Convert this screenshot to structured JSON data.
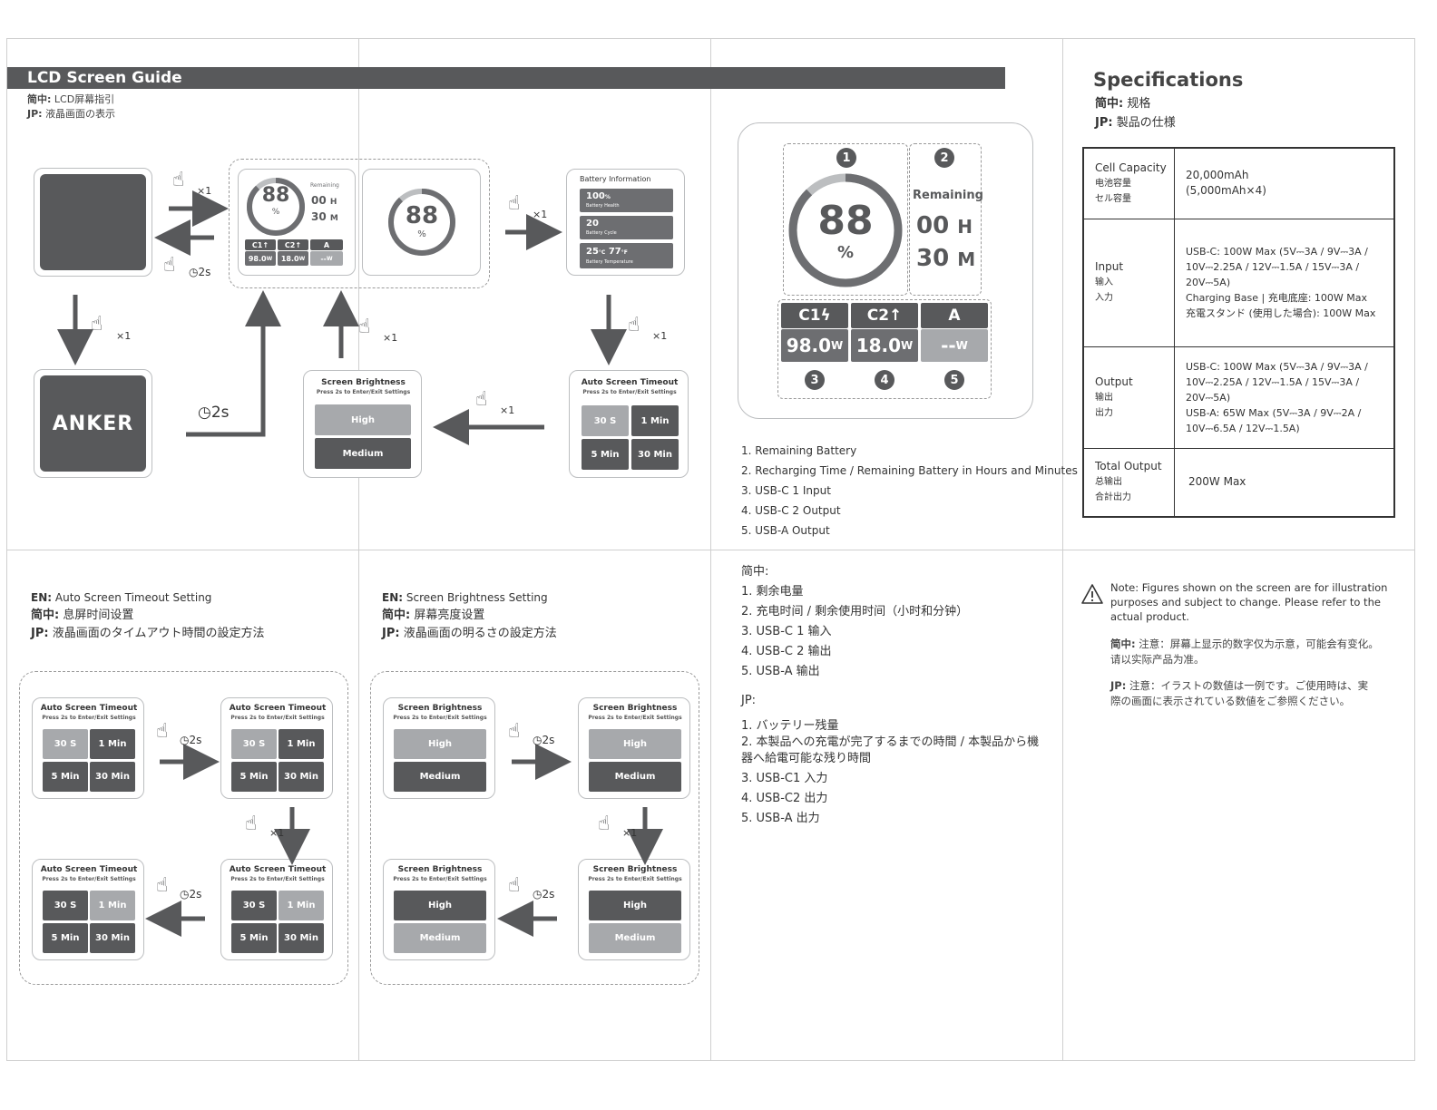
{
  "lcd_guide": {
    "title": "LCD Screen Guide",
    "zh_label": "简中:",
    "zh_text": "LCD屏幕指引",
    "jp_label": "JP:",
    "jp_text": "液晶画面の表示"
  },
  "gesture": {
    "times": "×1",
    "hold": "2s"
  },
  "screen_main": {
    "percent": "88",
    "percent_unit": "%",
    "remaining": "Remaining",
    "hours": "00",
    "hours_unit": "H",
    "minutes": "30",
    "minutes_unit": "M",
    "ports": [
      {
        "label": "C1",
        "value": "98.0",
        "unit": "W"
      },
      {
        "label": "C2",
        "value": "18.0",
        "unit": "W"
      },
      {
        "label": "A",
        "value": "--",
        "unit": "W"
      }
    ]
  },
  "logo": "ANKER",
  "battery_info": {
    "title": "Battery Information",
    "health_value": "100",
    "health_unit": "%",
    "health_label": "Battery Health",
    "cycle_value": "20",
    "cycle_label": "Battery Cycle",
    "temp_c": "25",
    "temp_c_unit": "°C",
    "temp_f": "77",
    "temp_f_unit": "°F",
    "temp_label": "Battery Temperature"
  },
  "auto_timeout": {
    "title": "Auto Screen Timeout",
    "subtitle": "Press 2s to Enter/Exit Settings",
    "options": [
      "30 S",
      "1 Min",
      "5 Min",
      "30 Min"
    ]
  },
  "brightness": {
    "title": "Screen Brightness",
    "subtitle": "Press 2s to Enter/Exit Settings",
    "options": [
      "High",
      "Medium"
    ]
  },
  "diagram": {
    "markers": [
      "1",
      "2",
      "3",
      "4",
      "5"
    ]
  },
  "legend_en": [
    "1. Remaining Battery",
    "2. Recharging Time / Remaining Battery in Hours and Minutes",
    "3. USB-C 1 Input",
    "4. USB-C 2 Output",
    "5. USB-A Output"
  ],
  "legend_zh": {
    "heading": "简中:",
    "items": [
      "1. 剩余电量",
      "2. 充电时间 / 剩余使用时间（小时和分钟）",
      "3. USB-C 1 输入",
      "4. USB-C 2 输出",
      "5. USB-A 输出"
    ]
  },
  "legend_jp": {
    "heading": "JP:",
    "items": [
      "1. バッテリー残量",
      "2. 本製品への充電が完了するまでの時間 / 本製品から機",
      "器へ給電可能な残り時間",
      "3. USB-C1 入力",
      "4. USB-C2 出力",
      "5. USB-A 出力"
    ]
  },
  "specs": {
    "title": "Specifications",
    "zh_label": "简中:",
    "zh_text": "规格",
    "jp_label": "JP:",
    "jp_text": "製品の仕様",
    "rows": [
      {
        "en": "Cell Capacity",
        "zh": "电池容量",
        "jp": "セル容量",
        "lines": [
          "20,000mAh",
          "(5,000mAh×4)"
        ]
      },
      {
        "en": "Input",
        "zh": "输入",
        "jp": "入力",
        "lines": [
          "USB-C: 100W Max (5V⎓3A / 9V⎓3A /",
          "10V⎓2.25A / 12V⎓1.5A / 15V⎓3A /",
          "20V⎓5A)",
          "Charging Base | 充电底座: 100W Max",
          "充電スタンド (使用した場合): 100W Max"
        ]
      },
      {
        "en": "Output",
        "zh": "输出",
        "jp": "出力",
        "lines": [
          "USB-C: 100W Max (5V⎓3A / 9V⎓3A /",
          "10V⎓2.25A / 12V⎓1.5A / 15V⎓3A /",
          "20V⎓5A)",
          "USB-A: 65W Max (5V⎓3A / 9V⎓2A /",
          "10V⎓6.5A / 12V⎓1.5A)"
        ]
      },
      {
        "en": "Total Output",
        "zh": "总输出",
        "jp": "合計出力",
        "lines": [
          "200W Max"
        ]
      }
    ]
  },
  "timeout_section": {
    "en_label": "EN:",
    "en_text": "Auto Screen Timeout Setting",
    "zh_label": "简中:",
    "zh_text": "息屏时间设置",
    "jp_label": "JP:",
    "jp_text": "液晶画面のタイムアウト時間の設定方法"
  },
  "brightness_section": {
    "en_label": "EN:",
    "en_text": "Screen Brightness Setting",
    "zh_label": "简中:",
    "zh_text": "屏幕亮度设置",
    "jp_label": "JP:",
    "jp_text": "液晶画面の明るさの設定方法"
  },
  "note": {
    "en": [
      "Note: Figures shown on the screen are for illustration",
      "purposes and subject to change. Please refer to the",
      "actual product."
    ],
    "zh_label": "简中:",
    "zh": [
      "注意：屏幕上显示的数字仅为示意，可能会有变化。",
      "请以实际产品为准。"
    ],
    "jp_label": "JP:",
    "jp": [
      "注意：イラストの数値は一例です。ご使用時は、実",
      "際の画面に表示されている数値をご参照ください。"
    ]
  }
}
